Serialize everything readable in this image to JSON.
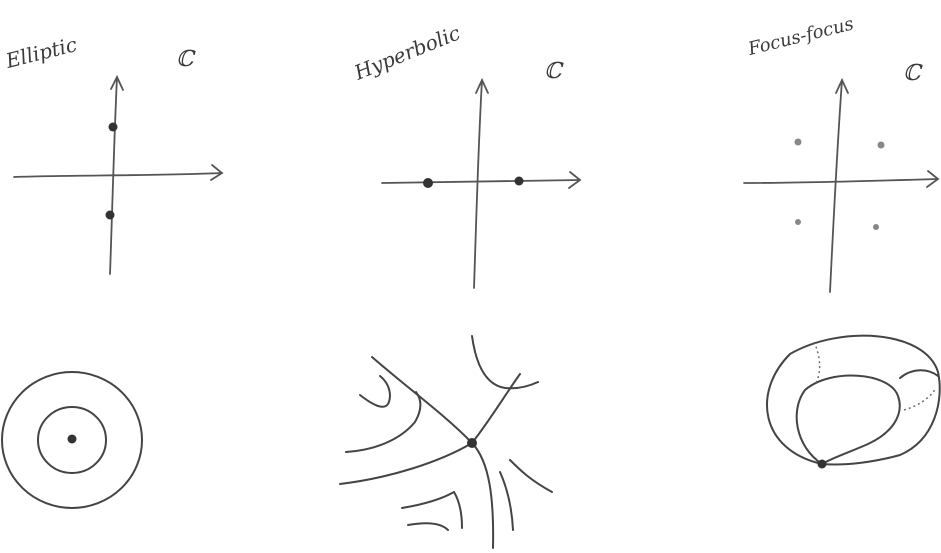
{
  "panels": [
    {
      "title": "Elliptic",
      "field_symbol": "ℂ"
    },
    {
      "title": "Hyperbolic",
      "field_symbol": "ℂ"
    },
    {
      "title": "Focus-focus",
      "field_symbol": "ℂ"
    }
  ]
}
